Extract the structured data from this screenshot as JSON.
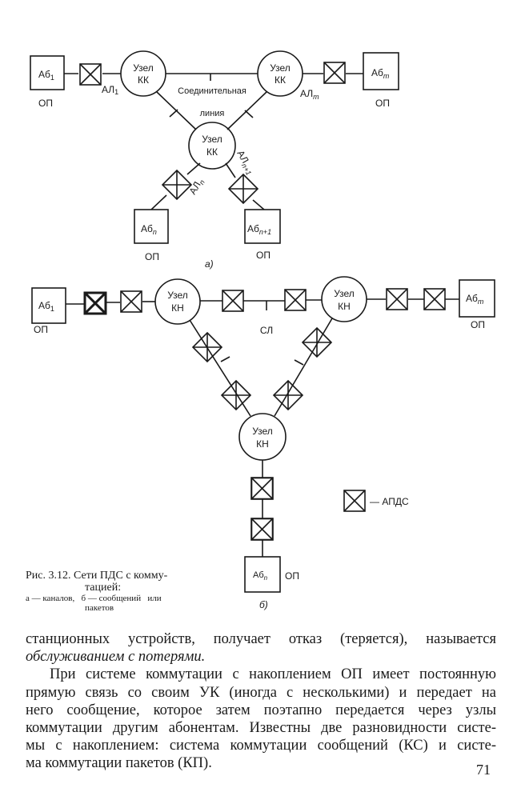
{
  "figure_a": {
    "node_label_1": "Узел",
    "node_label_2": "КК",
    "subscriber_1": "Аб",
    "subscriber_1_sub": "1",
    "subscriber_m": "Аб",
    "subscriber_m_sub": "m",
    "subscriber_n": "Аб",
    "subscriber_n_sub": "n",
    "subscriber_n1": "Аб",
    "subscriber_n1_sub": "n+1",
    "terminal": "ОП",
    "line_1": "АЛ",
    "line_1_sub": "1",
    "line_m": "АЛ",
    "line_m_sub": "m",
    "line_n": "АЛ",
    "line_n_sub": "n",
    "line_n1": "АЛ",
    "line_n1_sub": "n+1",
    "trunk_label_1": "Соединительная",
    "trunk_label_2": "линия",
    "letter": "а)"
  },
  "figure_b": {
    "node_label_1": "Узел",
    "node_label_2": "КН",
    "subscriber": "Аб",
    "subscriber_1_sub": "1",
    "subscriber_m_sub": "m",
    "subscriber_n_sub": "n",
    "terminal": "ОП",
    "trunk_label": "СЛ",
    "legend_label": "— АПДС",
    "letter": "б)"
  },
  "caption": {
    "title_1": "Рис. 3.12. Сети ПДС с комму-",
    "title_2": "тацией:",
    "sub_1": "а — каналов,   б — сообщений   или",
    "sub_2": "пакетов"
  },
  "body": {
    "l1": "станционных устройств, получает отказ (теряется), называется",
    "l2": "обслуживанием с потерями.",
    "l3": "При системе коммутации с накоплением ОП имеет постоянную",
    "l4": "прямую связь со своим УК (иногда с несколькими) и передает на",
    "l5": "него сообщение, которое затем поэтапно передается через узлы",
    "l6": "коммутации другим абонентам. Известны две разновидности систе-",
    "l7": "мы с накоплением: система коммутации сообщений (КС) и систе-",
    "l8": "ма коммутации пакетов (КП)."
  },
  "page_number": "71"
}
